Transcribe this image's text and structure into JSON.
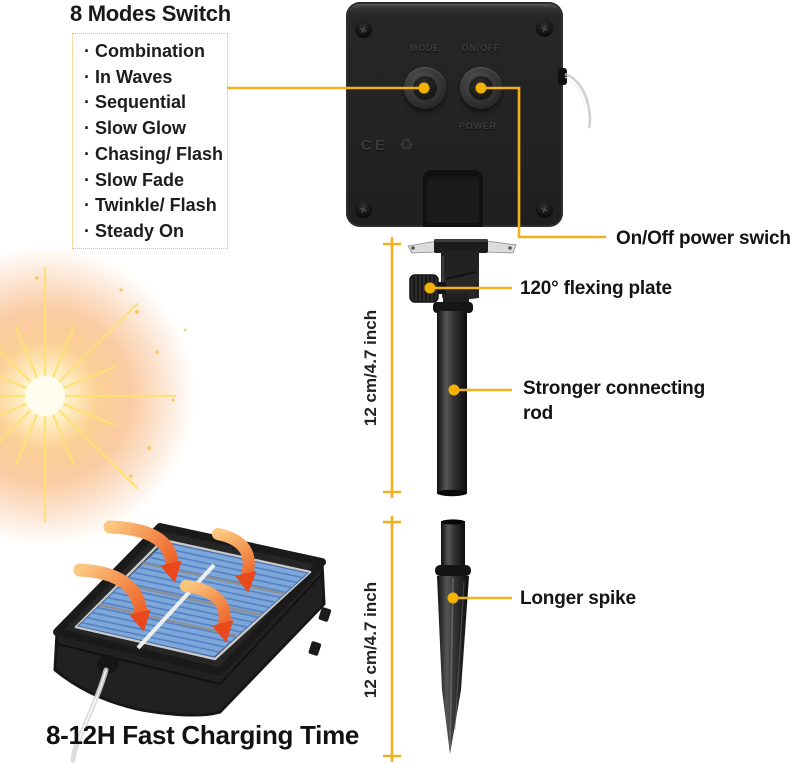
{
  "modes": {
    "title": "8 Modes Switch",
    "items": [
      "· Combination",
      "· In Waves",
      "· Sequential",
      "· Slow Glow",
      "· Chasing/ Flash",
      "· Slow Fade",
      "· Twinkle/ Flash",
      "· Steady On"
    ]
  },
  "control_box": {
    "mode_button_label": "MODE",
    "onoff_button_label": "ON/OFF",
    "power_label": "POWER",
    "ce_mark": "CE",
    "cert_icon": "♻",
    "screw_icon": "+"
  },
  "callouts": {
    "power_switch": "On/Off power swich",
    "flexing_plate": "120° flexing plate",
    "connecting_rod": "Stronger connecting rod",
    "longer_spike": "Longer spike"
  },
  "measurements": {
    "rod_length": "12 cm/4.7 inch",
    "spike_length": "12 cm/4.7 inch"
  },
  "charging_caption": "8-12H Fast Charging Time",
  "colors": {
    "accent": "#F2B01E",
    "text": "#1a1a1a",
    "panel_blue": "#7DA8DC",
    "arrow_orange": "#F59B3E",
    "arrow_red": "#E84B1E"
  }
}
